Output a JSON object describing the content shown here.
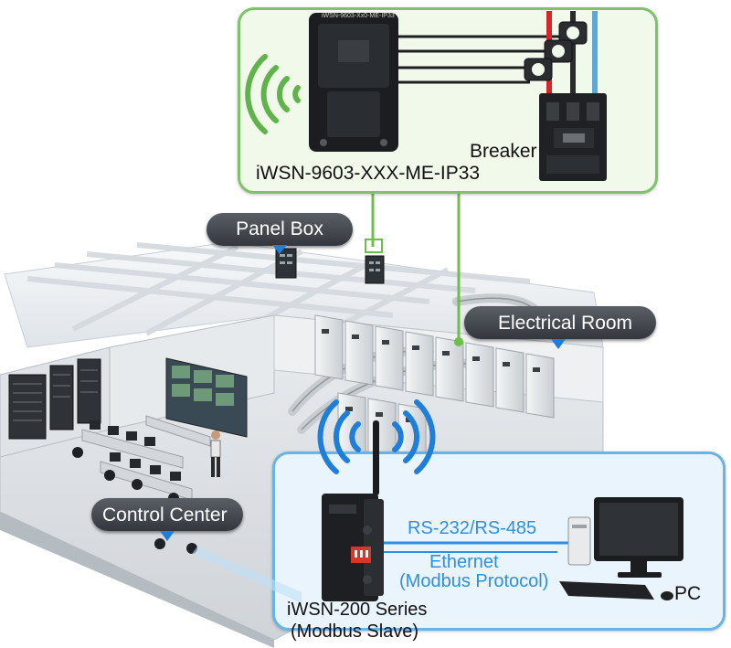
{
  "labels": {
    "sensor": "iWSN-9603-XXX-ME-IP33",
    "sensor_imprint": "iWSN-9603-Xx0-ME-IP33",
    "breaker": "Breaker",
    "panel_box": "Panel Box",
    "electrical_room": "Electrical Room",
    "control_center": "Control Center",
    "serial": "RS-232/RS-485",
    "ethernet": "Ethernet",
    "protocol": "(Modbus Protocol)",
    "pc": "PC",
    "gateway": "iWSN-200 Series",
    "gateway_role": "(Modbus Slave)"
  },
  "colors": {
    "green_frame": "#7cc36a",
    "green_fill": "#f1f9ea",
    "blue_frame": "#69b3e7",
    "blue_fill": "#eaf4fc",
    "wave_green": "#5fb34a",
    "wave_blue": "#1f7fd8",
    "link_blue": "#2e8fe0",
    "pill_bg": "#45494f"
  },
  "icons": [
    "wireless-signal-icon",
    "ct-clamp-icon",
    "arrow-down-icon"
  ]
}
